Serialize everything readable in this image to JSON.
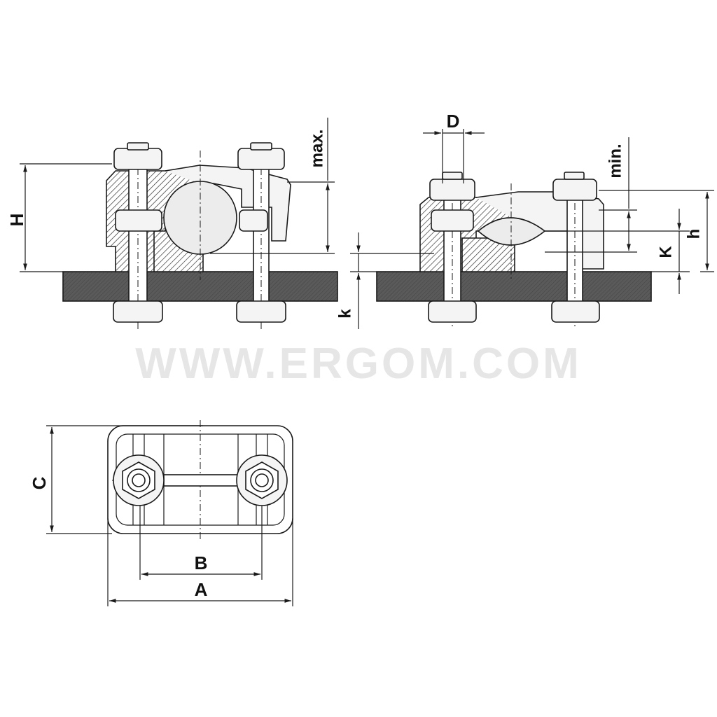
{
  "watermark": "WWW.ERGOM.COM",
  "labels": {
    "H": "H",
    "max": "max.",
    "k": "k",
    "D": "D",
    "min": "min.",
    "K": "K",
    "h": "h",
    "C": "C",
    "B": "B",
    "A": "A"
  },
  "colors": {
    "line": "#1a1a1a",
    "base_plate": "#5a5a5a",
    "hatch": "#333333",
    "part_fill": "#f2f2f2",
    "watermark": "#e6e6e6"
  },
  "views": [
    "side-view-max",
    "side-view-min",
    "top-view"
  ]
}
